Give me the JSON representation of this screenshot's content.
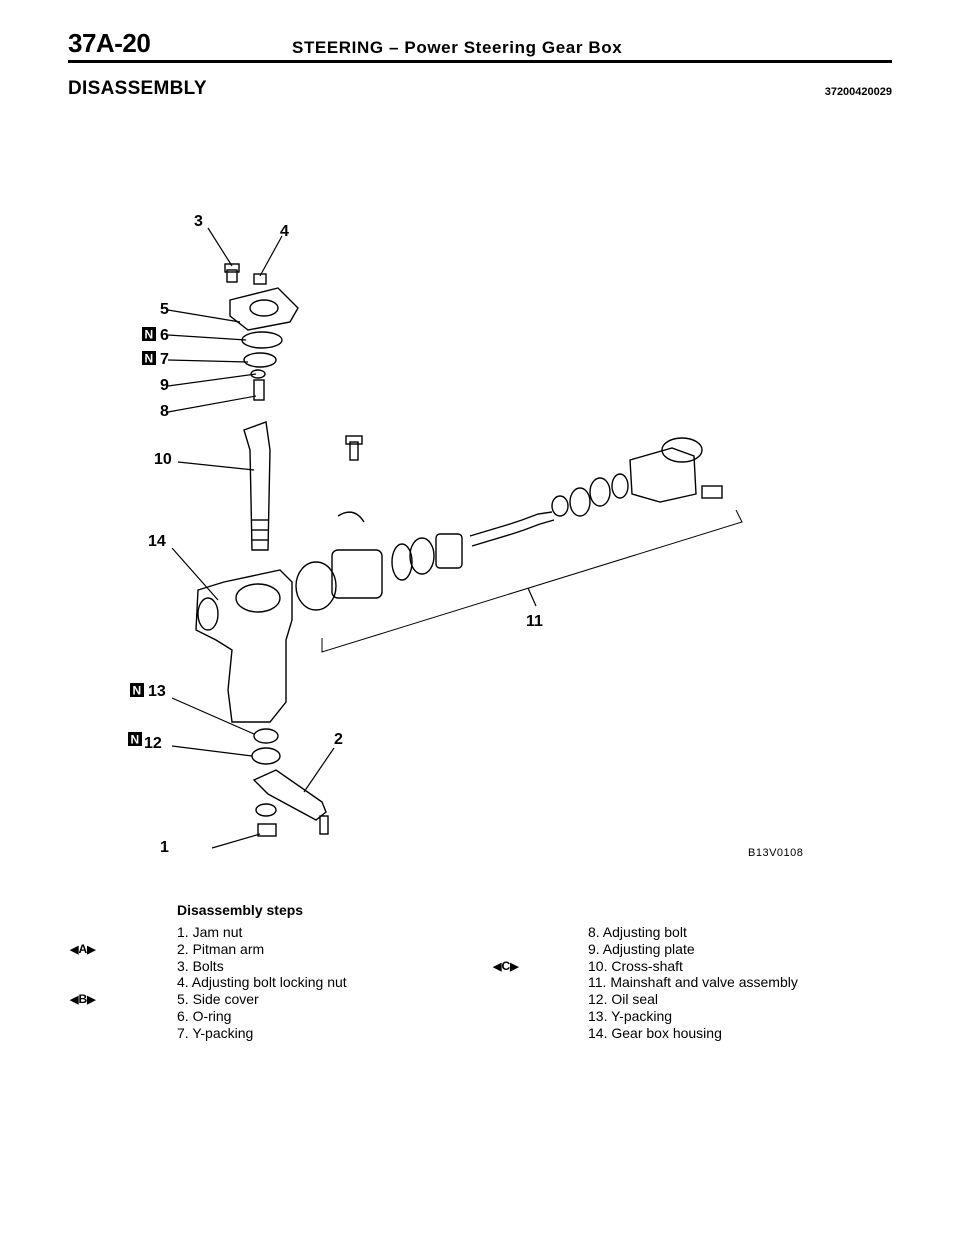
{
  "header": {
    "page_number": "37A-20",
    "title": "STEERING – Power Steering Gear Box"
  },
  "section": {
    "title": "DISASSEMBLY",
    "code": "37200420029"
  },
  "figure": {
    "code": "B13V0108",
    "callouts": {
      "c1": "1",
      "c2": "2",
      "c3": "3",
      "c4": "4",
      "c5": "5",
      "c6": "6",
      "c7": "7",
      "c8": "8",
      "c9": "9",
      "c10": "10",
      "c11": "11",
      "c12": "12",
      "c13": "13",
      "c14": "14"
    },
    "new_part_badge": "N"
  },
  "steps": {
    "heading": "Disassembly steps",
    "left": [
      "1. Jam nut",
      "2. Pitman arm",
      "3. Bolts",
      "4. Adjusting bolt locking nut",
      "5. Side cover",
      "6. O-ring",
      "7. Y-packing"
    ],
    "right": [
      "8. Adjusting bolt",
      "9. Adjusting plate",
      "10. Cross-shaft",
      "11. Mainshaft and valve assembly",
      "12. Oil seal",
      "13. Y-packing",
      "14. Gear box housing"
    ]
  },
  "markers": {
    "a": "A",
    "b": "B",
    "c": "C"
  }
}
